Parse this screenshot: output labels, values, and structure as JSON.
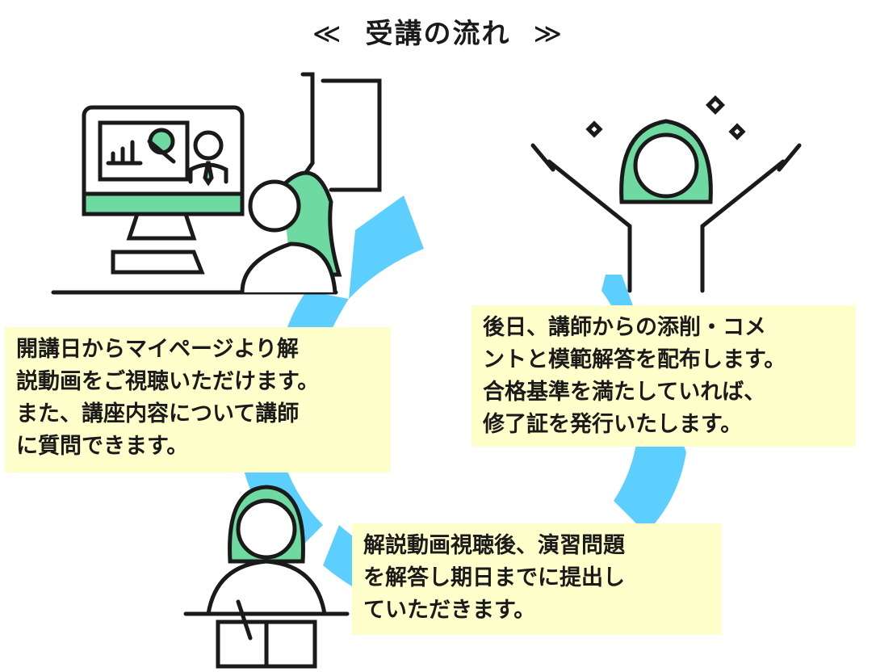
{
  "title": {
    "left_mark": "≪",
    "text": "受講の流れ",
    "right_mark": "≫"
  },
  "steps": [
    {
      "text": "開講日からマイページより解\n説動画をご視聴いただけます。\nまた、講座内容について講師\nに質問できます。"
    },
    {
      "text": "後日、講師からの添削・コメ\nントと模範解答を配布します。\n合格基準を満たしていれば、\n修了証を発行いたします。"
    },
    {
      "text": "解説動画視聴後、演習問題\nを解答し期日までに提出し\nていただきます。"
    }
  ],
  "colors": {
    "cycle": "#5ccfff",
    "accent": "#6ed9a0",
    "box": "#ffffcc"
  }
}
